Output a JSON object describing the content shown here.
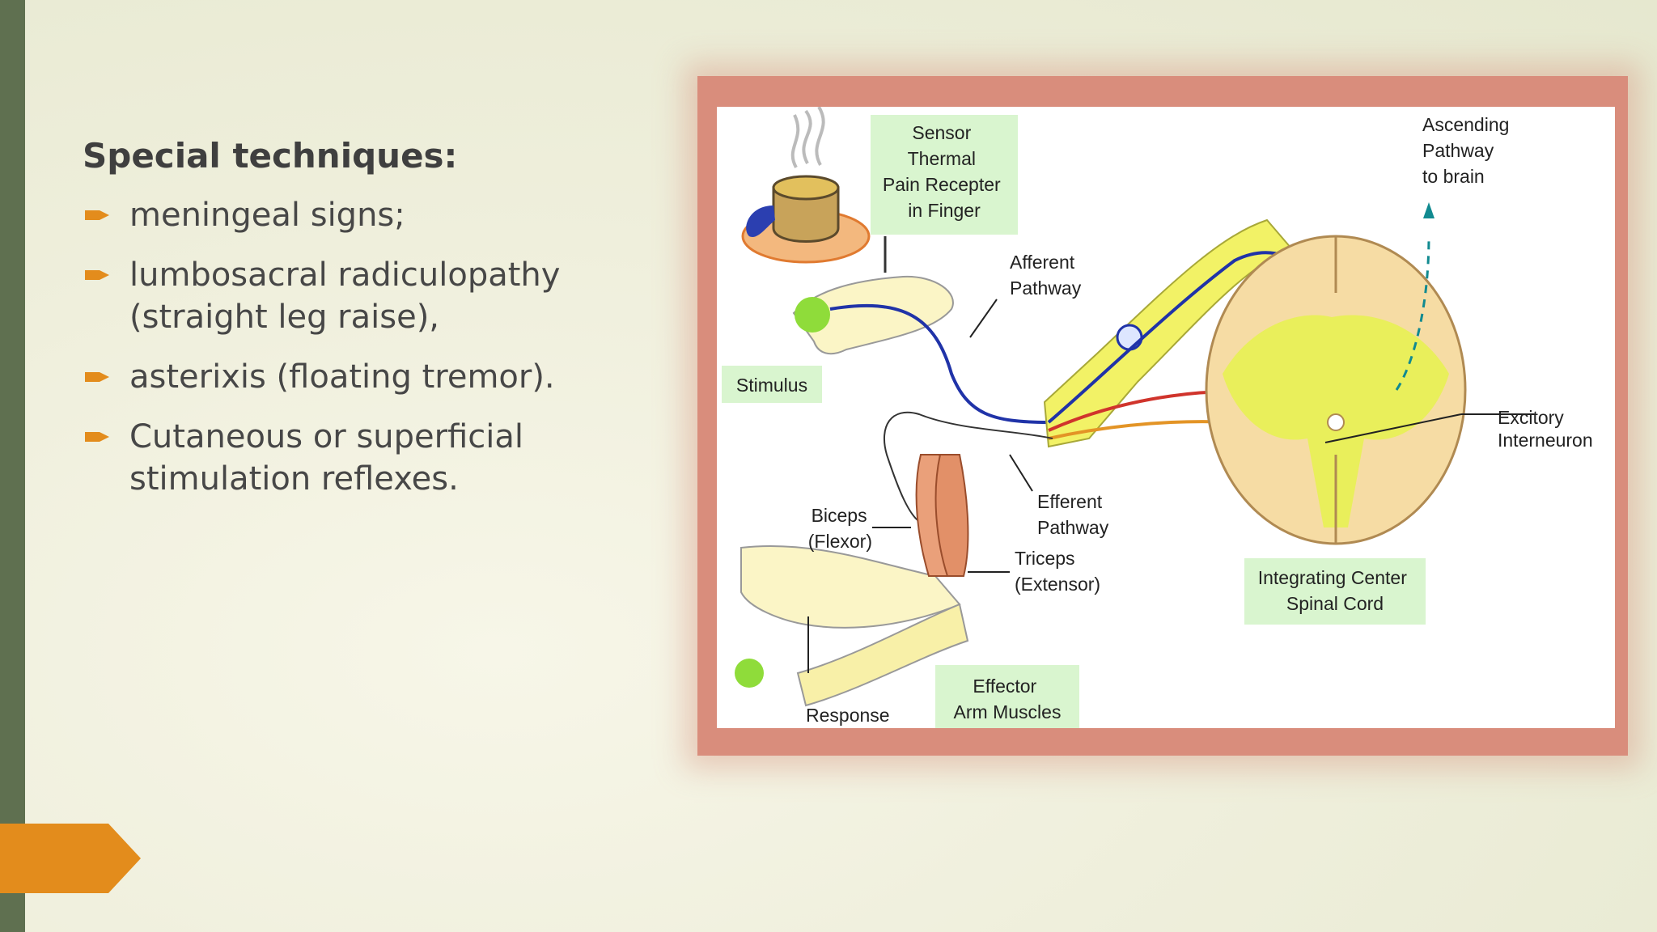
{
  "slide": {
    "title": "Special techniques:",
    "bullets": [
      {
        "line1": "meningeal signs;",
        "line2": ""
      },
      {
        "line1": "lumbosacral radiculopathy",
        "line2": "(straight leg raise),"
      },
      {
        "line1": "asterixis (floating tremor).",
        "line2": ""
      },
      {
        "line1": "Cutaneous or superficial",
        "line2": "stimulation reflexes."
      }
    ],
    "bullet_icon": "arrow-bullet-icon",
    "colors": {
      "accent": "#e38c1c",
      "side_bar": "#5f7050",
      "frame": "#d98d7c",
      "label_bg": "#d9f5cf"
    }
  },
  "diagram": {
    "sensor": [
      "Sensor",
      "Thermal",
      "Pain Recepter",
      "in Finger"
    ],
    "afferent": [
      "Afferent",
      "Pathway"
    ],
    "ascending": [
      "Ascending",
      "Pathway",
      "to brain"
    ],
    "stimulus": "Stimulus",
    "excitory": [
      "Excitory",
      "Interneuron"
    ],
    "efferent": [
      "Efferent",
      "Pathway"
    ],
    "biceps": [
      "Biceps",
      "(Flexor)"
    ],
    "triceps": [
      "Triceps",
      "(Extensor)"
    ],
    "integrating": [
      "Integrating Center",
      "Spinal Cord"
    ],
    "effector": [
      "Effector",
      "Arm Muscles"
    ],
    "response": "Response"
  }
}
